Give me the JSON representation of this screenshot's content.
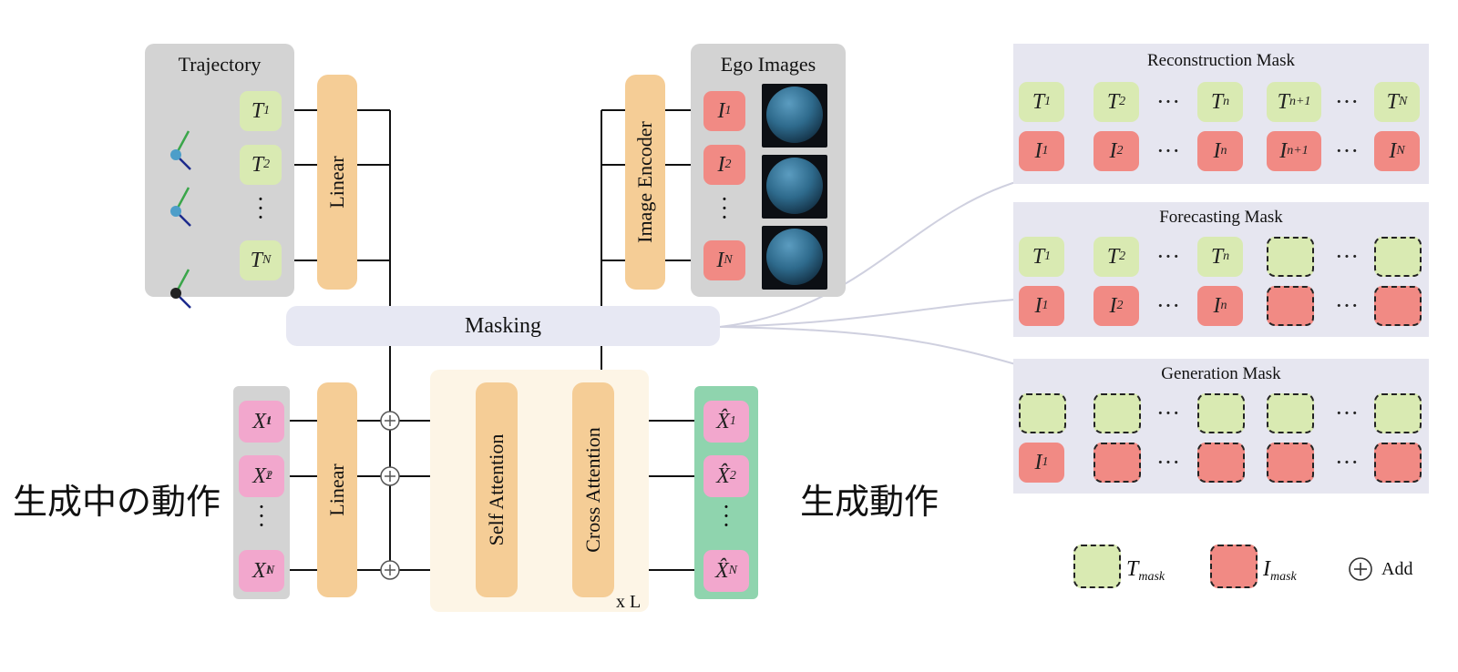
{
  "trajectory_panel": {
    "title": "Trajectory",
    "tokens": [
      "T1",
      "T2",
      "TN"
    ]
  },
  "ego_panel": {
    "title": "Ego Images",
    "tokens": [
      "I1",
      "I2",
      "IN"
    ]
  },
  "blocks": {
    "linear_top": "Linear",
    "linear_bottom": "Linear",
    "image_encoder": "Image Encoder",
    "masking": "Masking",
    "self_attention": "Self Attention",
    "cross_attention": "Cross Attention",
    "repeat_label": "x L"
  },
  "noisy_tokens": [
    "X1t",
    "X2t",
    "XNt"
  ],
  "output_tokens": [
    "X̂1",
    "X̂2",
    "X̂N"
  ],
  "japanese_labels": {
    "left": "生成中の動作",
    "right": "生成動作"
  },
  "masks": {
    "reconstruction": {
      "title": "Reconstruction Mask",
      "t_row": [
        "T1",
        "T2",
        "Tn",
        "Tn+1",
        "TN"
      ],
      "i_row": [
        "I1",
        "I2",
        "In",
        "In+1",
        "IN"
      ]
    },
    "forecasting": {
      "title": "Forecasting Mask",
      "t_row": [
        "T1",
        "T2",
        "Tn"
      ],
      "i_row": [
        "I1",
        "I2",
        "In"
      ]
    },
    "generation": {
      "title": "Generation Mask",
      "i_row": [
        "I1"
      ]
    }
  },
  "legend": {
    "t_mask": "Tmask",
    "i_mask": "Imask",
    "add": "Add"
  },
  "colors": {
    "trajectory_token": "#d9eab2",
    "image_token": "#f18a84",
    "noisy_token": "#f2a7cd",
    "linear_block": "#f5cd96",
    "output_panel": "#8fd4ae",
    "masking_bar": "#e7e8f3"
  }
}
